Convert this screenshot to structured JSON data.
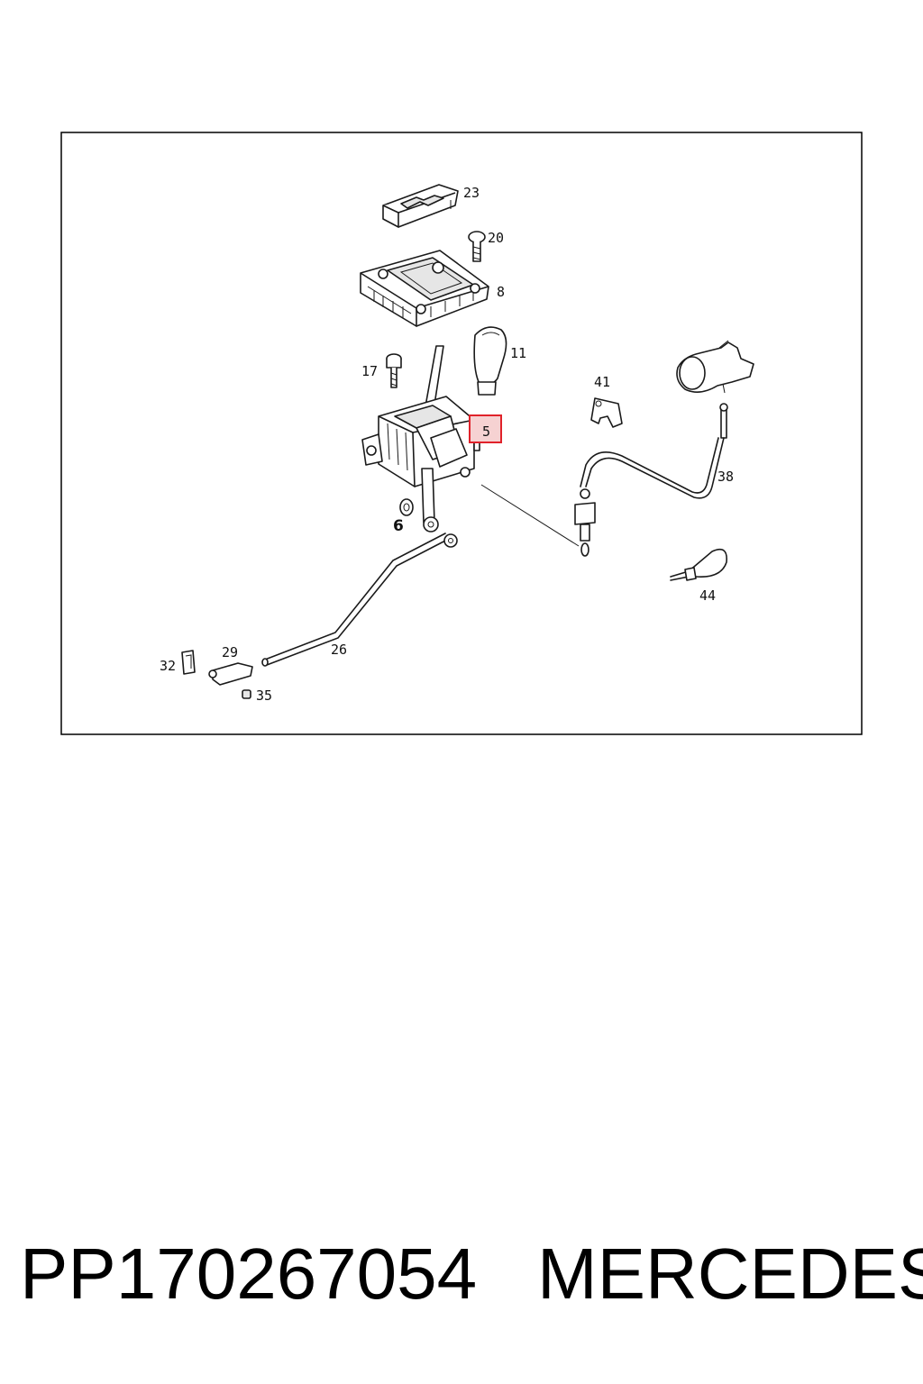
{
  "diagram": {
    "callouts": [
      {
        "id": "23",
        "text": "23"
      },
      {
        "id": "20",
        "text": "20"
      },
      {
        "id": "8",
        "text": "8"
      },
      {
        "id": "11",
        "text": "11"
      },
      {
        "id": "17",
        "text": "17"
      },
      {
        "id": "5",
        "text": "5"
      },
      {
        "id": "41",
        "text": "41"
      },
      {
        "id": "38",
        "text": "38"
      },
      {
        "id": "6",
        "text": "6"
      },
      {
        "id": "44",
        "text": "44"
      },
      {
        "id": "26",
        "text": "26"
      },
      {
        "id": "29",
        "text": "29"
      },
      {
        "id": "32",
        "text": "32"
      },
      {
        "id": "35",
        "text": "35"
      }
    ],
    "highlighted_callout": "5",
    "highlight_color": "#e0222a"
  },
  "footer": {
    "part_number": "PP170267054",
    "brand": "MERCEDES"
  }
}
